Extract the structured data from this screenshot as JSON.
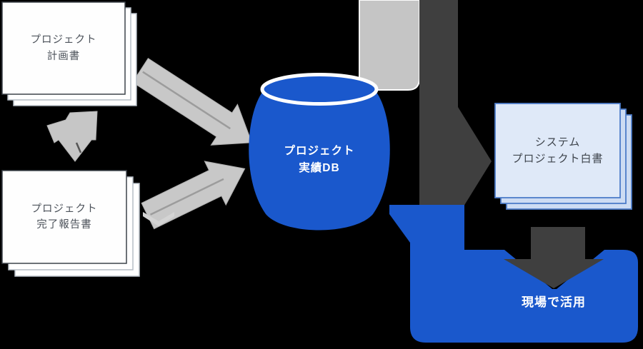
{
  "diagram": {
    "nodes": {
      "plan_doc": {
        "label": "プロジェクト\n計画書"
      },
      "completion_doc": {
        "label": "プロジェクト\n完了報告書"
      },
      "project_db": {
        "label": "プロジェクト\n実績DB"
      },
      "whitepaper_doc": {
        "label": "システム\nプロジェクト白書"
      },
      "field_use": {
        "label": "現場で活用"
      }
    },
    "colors": {
      "background": "#000000",
      "accent_blue": "#1a58cc",
      "light_gray_arrow": "#c8c8c8",
      "light_band": "#c5c5c5",
      "dark_gray_arrow": "#3f3f3f",
      "page_white": "#fefefe",
      "page_white_border": "#3d434a",
      "page_back_border": "#b6bdc6",
      "page_blue_fill": "#dfe9f8",
      "page_blue_back": "#cddcf3",
      "page_blue_border": "#4e7dc9",
      "cylinder_ring": "#ffffff",
      "text_dark": "#4c525a",
      "text_white": "#ffffff"
    }
  }
}
